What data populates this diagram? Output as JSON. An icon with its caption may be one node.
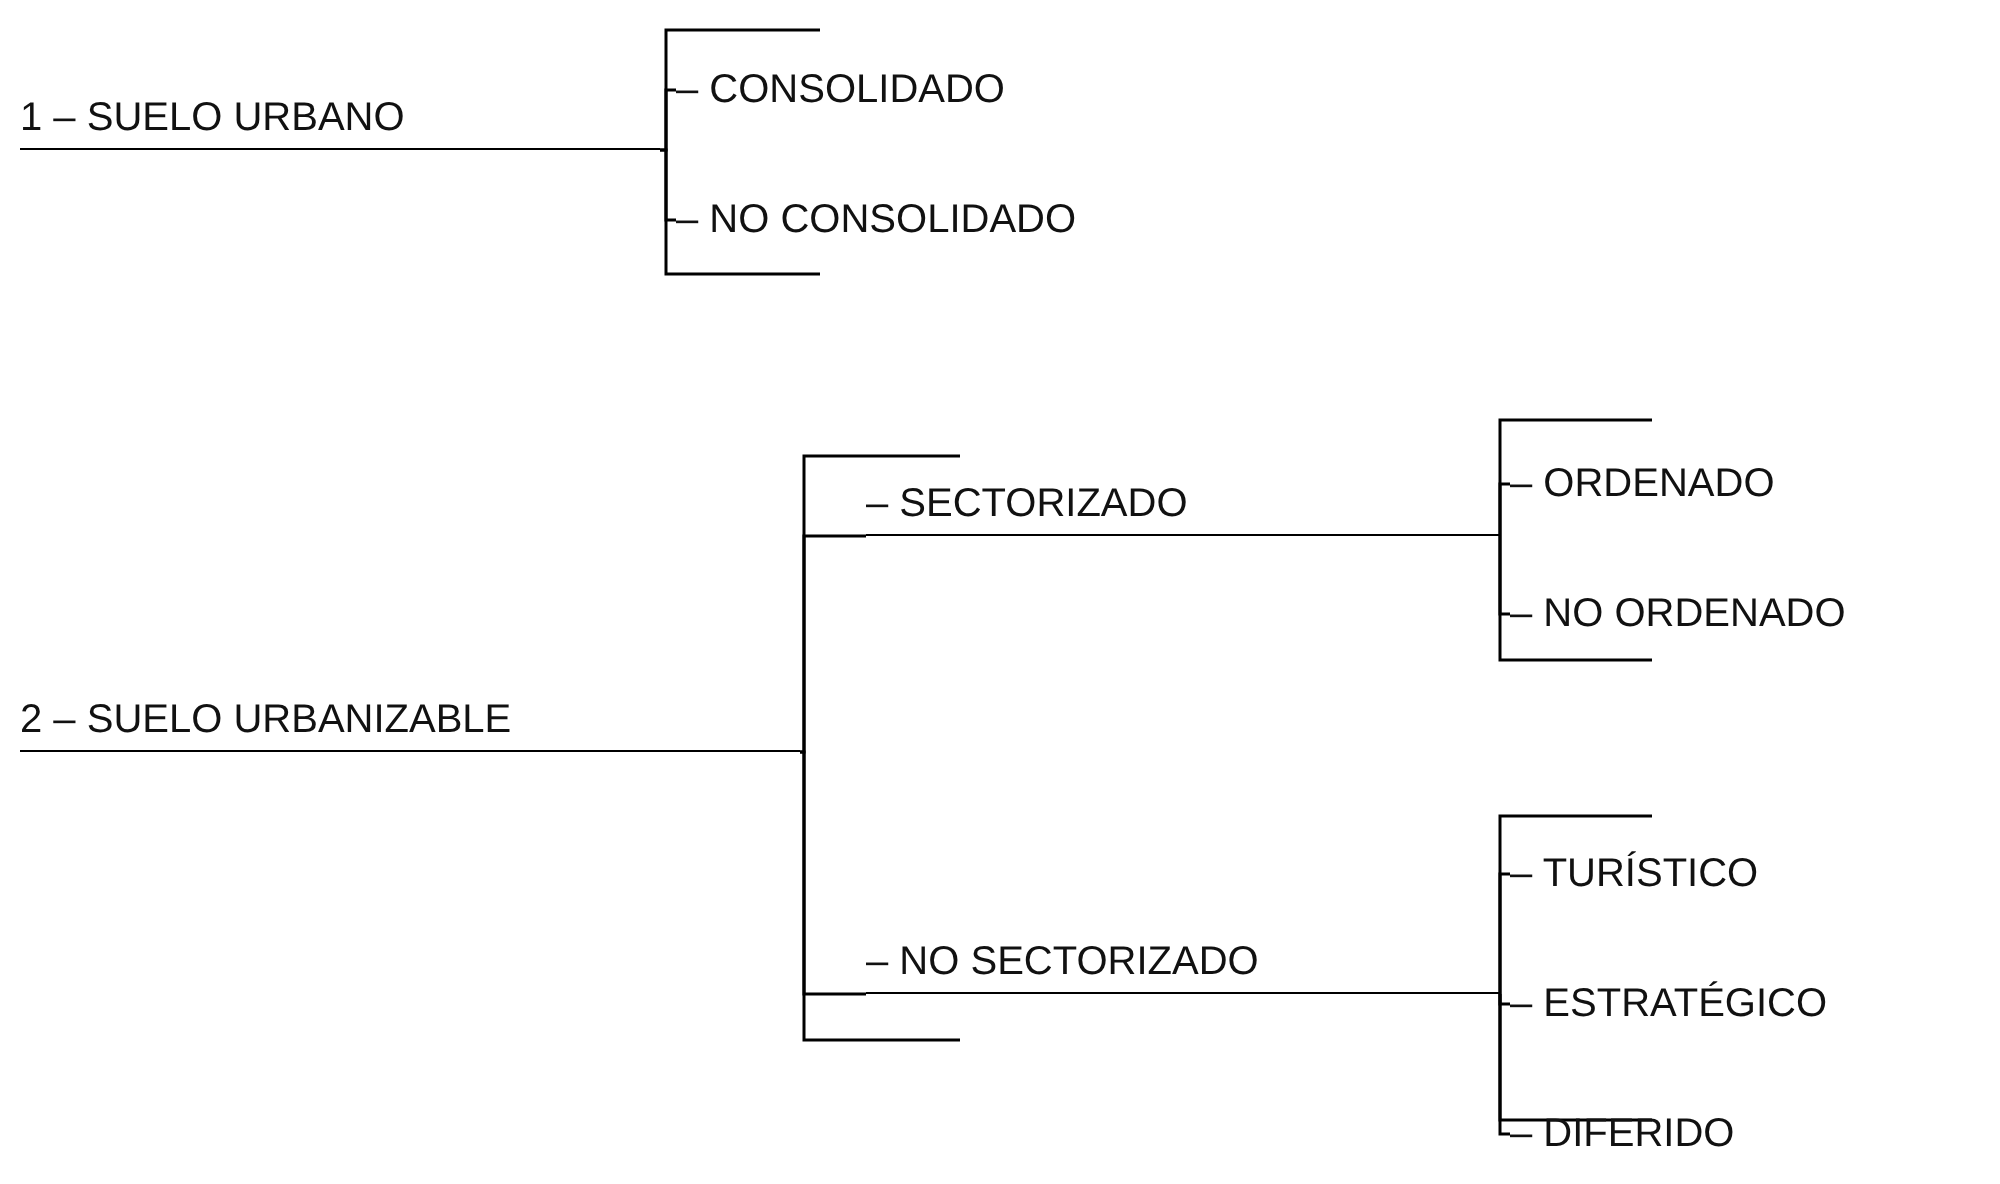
{
  "diagram": {
    "nodes": [
      {
        "text": [
          "1 – SUELO URBANO"
        ]
      },
      {
        "text": [
          "– CONSOLIDADO"
        ]
      },
      {
        "text": [
          "– NO CONSOLIDADO"
        ]
      },
      {
        "text": [
          "2 – SUELO URBANIZABLE"
        ]
      },
      {
        "text": [
          "– SECTORIZADO"
        ]
      },
      {
        "text": [
          "– ORDENADO"
        ]
      },
      {
        "text": [
          "– NO ORDENADO"
        ]
      },
      {
        "text": [
          "– NO SECTORIZADO"
        ]
      },
      {
        "text": [
          "– TURÍSTICO"
        ]
      },
      {
        "text": [
          "– ESTRATÉGICO"
        ]
      },
      {
        "text": [
          "– DIFERIDO"
        ]
      }
    ],
    "edges": [
      {
        "from": 0,
        "to": 1,
        "arrow": "none"
      },
      {
        "from": 0,
        "to": 2,
        "arrow": "none"
      },
      {
        "from": 3,
        "to": 4,
        "arrow": "none"
      },
      {
        "from": 3,
        "to": 7,
        "arrow": "none"
      },
      {
        "from": 4,
        "to": 5,
        "arrow": "none"
      },
      {
        "from": 4,
        "to": 6,
        "arrow": "none"
      },
      {
        "from": 7,
        "to": 8,
        "arrow": "none"
      },
      {
        "from": 7,
        "to": 9,
        "arrow": "none"
      },
      {
        "from": 7,
        "to": 10,
        "arrow": "none"
      }
    ]
  }
}
